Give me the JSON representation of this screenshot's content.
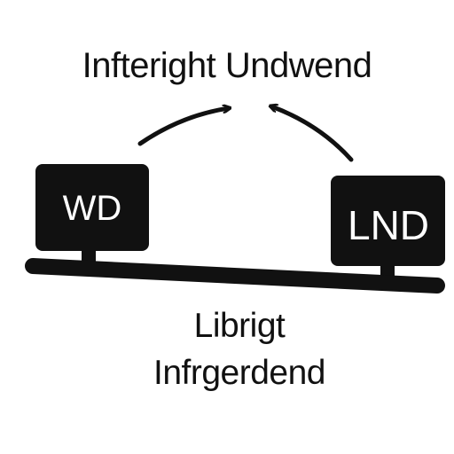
{
  "title": "Infteright Undwend",
  "devices": {
    "left": {
      "label": "WD"
    },
    "right": {
      "label": "LND"
    }
  },
  "caption": {
    "line1": "Librigt",
    "line2": "Infrgerdend"
  },
  "colors": {
    "ink": "#111111",
    "background": "#ffffff"
  }
}
